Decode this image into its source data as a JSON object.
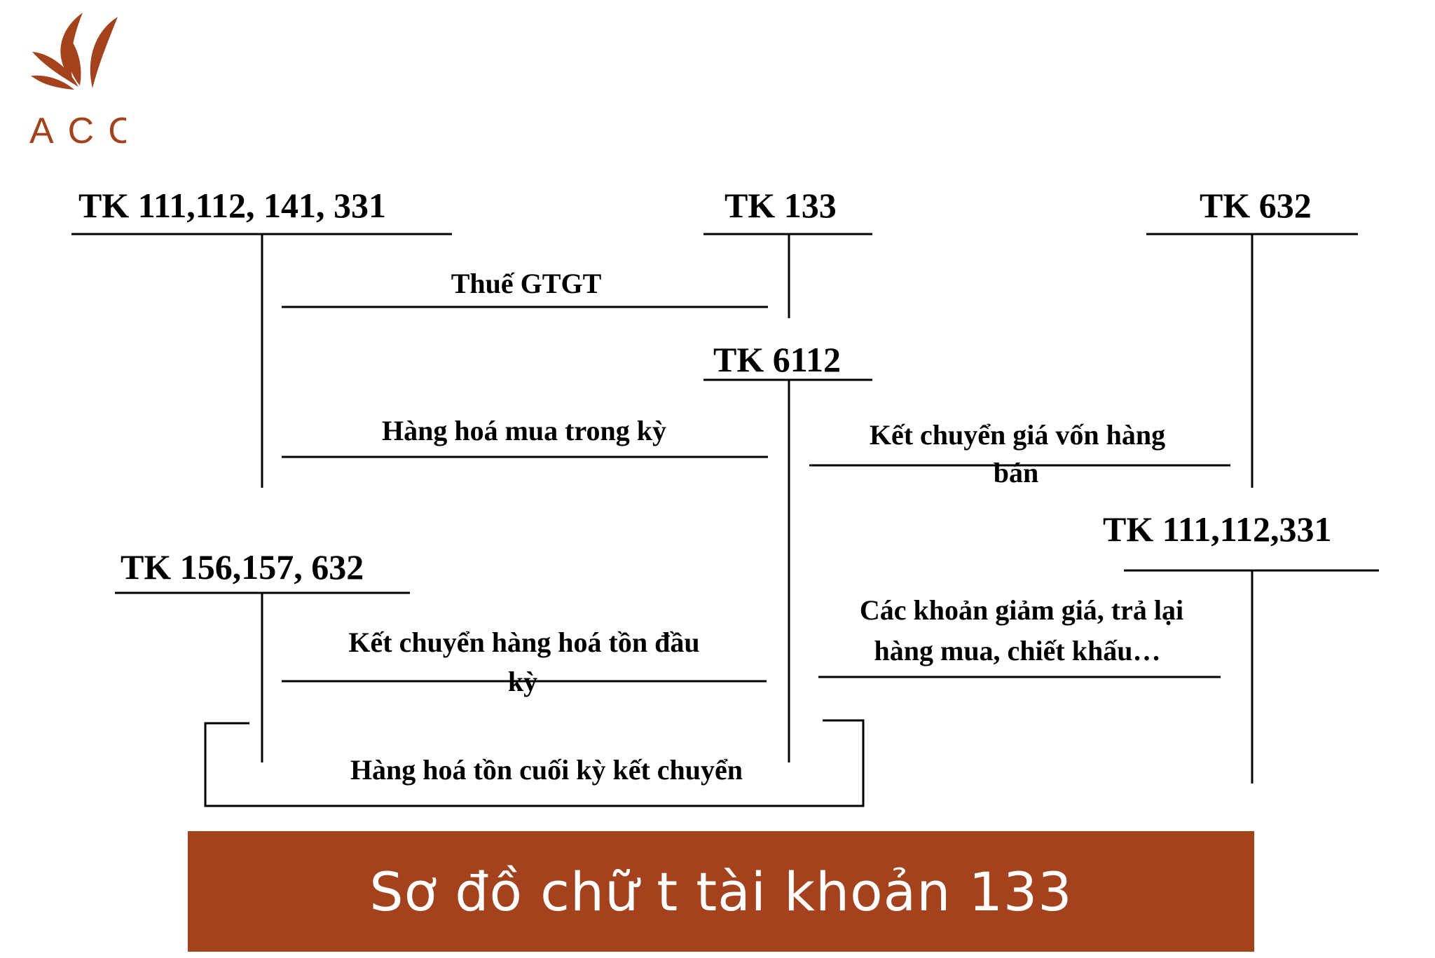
{
  "brand": {
    "name": "ACC",
    "color": "#a3421c"
  },
  "accounts": {
    "cash_payables": "TK 111,112, 141, 331",
    "vat_deductible": "TK 133",
    "cost_of_goods": "TK 632",
    "purchases": "TK 6112",
    "refunds": "TK 111,112,331",
    "inventory": "TK 156,157, 632"
  },
  "flows": {
    "vat": "Thuế GTGT",
    "purchased_goods": "Hàng hoá mua trong kỳ",
    "transfer_cogs_line1": "Kết chuyển giá vốn hàng",
    "transfer_cogs_line2": "bán",
    "returns_line1": "Các khoản giảm giá, trả lại",
    "returns_line2": "hàng mua, chiết khấu…",
    "opening_stock_line1": "Kết chuyển hàng hoá tồn đầu",
    "opening_stock_line2": "kỳ",
    "closing_stock": "Hàng hoá tồn cuối kỳ kết chuyển"
  },
  "caption": {
    "text": "Sơ đồ chữ t tài khoản 133",
    "background": "#a3421c"
  },
  "icons": {
    "logo": "flame-leaf-icon"
  }
}
